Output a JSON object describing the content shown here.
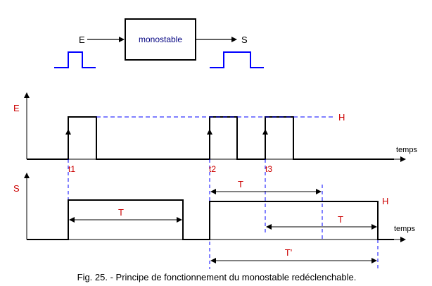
{
  "block": {
    "label": "monostable",
    "input": "E",
    "output": "S"
  },
  "timing": {
    "e_axis_label": "E",
    "s_axis_label": "S",
    "time_label_top": "temps",
    "time_label_bottom": "temps",
    "level_label_e": "H",
    "level_label_s": "H",
    "t1": "t1",
    "t2": "t2",
    "t3": "t3",
    "period_first": "T",
    "period_second_a": "T",
    "period_second_b": "T",
    "total_period": "T'"
  },
  "caption": "Fig. 25. - Principe de fonctionnement du monostable redéclenchable.",
  "colors": {
    "wave": "#000000",
    "guide": "#0000ff",
    "label": "#cc0000",
    "text": "#000000",
    "block_text": "#000080"
  }
}
